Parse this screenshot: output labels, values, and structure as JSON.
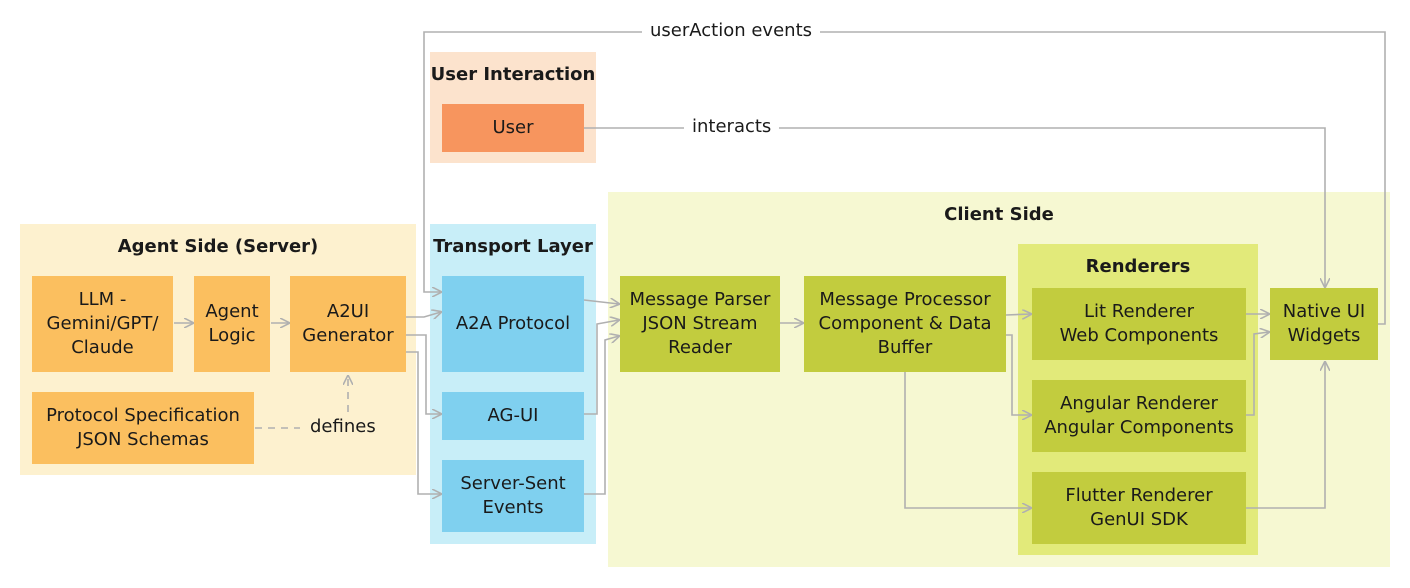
{
  "colors": {
    "agent_bg": "#fdf1cf",
    "agent_node": "#fbbf5f",
    "user_bg": "#fce3cd",
    "user_node": "#f7955e",
    "transport_bg": "#c8eef8",
    "transport_node": "#7fd0ef",
    "client_bg": "#f6f8d2",
    "renderers_bg": "#e2ea7a",
    "client_node": "#c2cc3e",
    "edge": "#b0b0b0"
  },
  "regions": {
    "agent_side": "Agent Side (Server)",
    "user_interaction": "User Interaction",
    "transport_layer": "Transport Layer",
    "client_side": "Client Side",
    "renderers": "Renderers"
  },
  "nodes": {
    "llm": [
      "LLM -",
      "Gemini/GPT/",
      "Claude"
    ],
    "agent_logic": [
      "Agent",
      "Logic"
    ],
    "a2ui_generator": [
      "A2UI",
      "Generator"
    ],
    "protocol_spec": [
      "Protocol Specification",
      "JSON Schemas"
    ],
    "user": [
      "User"
    ],
    "a2a_protocol": [
      "A2A Protocol"
    ],
    "ag_ui": [
      "AG-UI"
    ],
    "sse": [
      "Server-Sent",
      "Events"
    ],
    "message_parser": [
      "Message Parser",
      "JSON Stream",
      "Reader"
    ],
    "message_processor": [
      "Message Processor",
      "Component & Data",
      "Buffer"
    ],
    "lit_renderer": [
      "Lit Renderer",
      "Web Components"
    ],
    "angular_renderer": [
      "Angular Renderer",
      "Angular Components"
    ],
    "flutter_renderer": [
      "Flutter Renderer",
      "GenUI SDK"
    ],
    "native_widgets": [
      "Native UI",
      "Widgets"
    ]
  },
  "edge_labels": {
    "user_action": "userAction events",
    "interacts": "interacts",
    "defines": "defines"
  }
}
